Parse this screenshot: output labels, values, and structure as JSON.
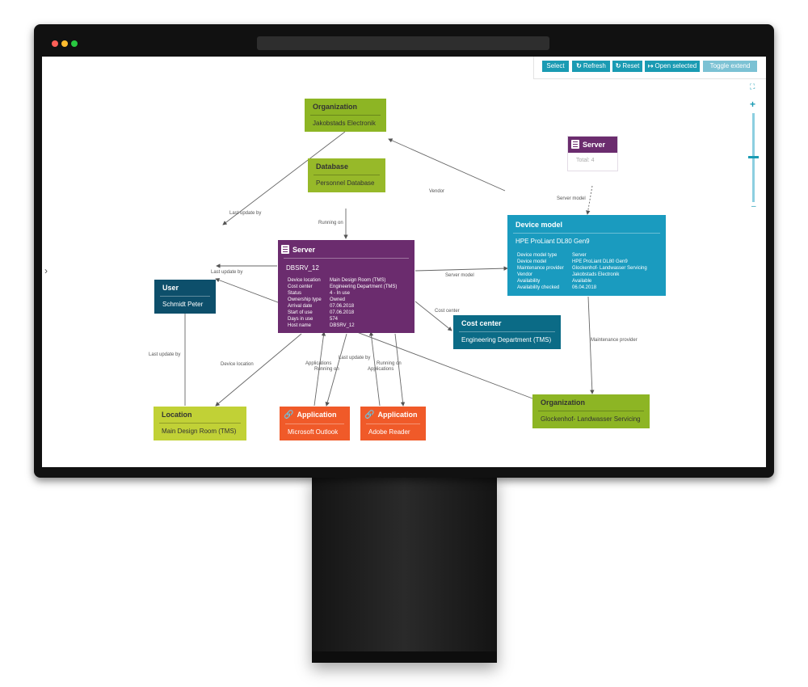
{
  "toolbar": {
    "select_label": "Select",
    "refresh_label": "Refresh",
    "reset_label": "Reset",
    "open_selected_label": "Open selected",
    "toggle_extend_label": "Toggle extend"
  },
  "nodes": {
    "organization_top": {
      "type": "Organization",
      "value": "Jakobstads Electronik"
    },
    "database": {
      "type": "Database",
      "value": "Personnel Database"
    },
    "server_summary": {
      "type": "Server",
      "value": "Total: 4"
    },
    "device_model": {
      "type": "Device model",
      "value": "HPE ProLiant DL80 Gen9",
      "props": [
        {
          "k": "Device model type",
          "v": "Server"
        },
        {
          "k": "Device model",
          "v": "HPE ProLiant DL80 Gen9"
        },
        {
          "k": "Maintenance provider",
          "v": "Glockenhof- Landwasser Servicing"
        },
        {
          "k": "Vendor",
          "v": "Jakobstads Electronik"
        },
        {
          "k": "Availability",
          "v": "Available"
        },
        {
          "k": "Availability checked",
          "v": "06.04.2018"
        }
      ]
    },
    "server_main": {
      "type": "Server",
      "value": "DBSRV_12",
      "props": [
        {
          "k": "Device location",
          "v": "Main Design Room (TMS)"
        },
        {
          "k": "Cost center",
          "v": "Engineering Department (TMS)"
        },
        {
          "k": "Status",
          "v": "4 - In use"
        },
        {
          "k": "Ownership type",
          "v": "Owned"
        },
        {
          "k": "Arrival date",
          "v": "07.06.2018"
        },
        {
          "k": "Start of use",
          "v": "07.06.2018"
        },
        {
          "k": "Days in use",
          "v": "574"
        },
        {
          "k": "Host name",
          "v": "DBSRV_12"
        }
      ]
    },
    "user": {
      "type": "User",
      "value": "Schmidt Peter"
    },
    "cost_center": {
      "type": "Cost center",
      "value": "Engineering Department (TMS)"
    },
    "location": {
      "type": "Location",
      "value": "Main Design Room (TMS)"
    },
    "application_outlook": {
      "type": "Application",
      "value": "Microsoft Outlook"
    },
    "application_reader": {
      "type": "Application",
      "value": "Adobe Reader"
    },
    "organization_bottom": {
      "type": "Organization",
      "value": "Glockenhof- Landwasser Servicing"
    }
  },
  "edge_labels": {
    "vendor": "Vendor",
    "last_update_by_org": "Last update by",
    "running_on": "Running on",
    "server_model_top": "Server model",
    "last_update_by_server": "Last update by",
    "server_model": "Server model",
    "cost_center": "Cost center",
    "maintenance_provider": "Maintenance provider",
    "last_update_by_location": "Last update by",
    "device_location": "Device location",
    "applications_1": "Applications",
    "running_on_1": "Running on",
    "last_update_by_app": "Last update by",
    "running_on_2": "Running on",
    "applications_2": "Applications"
  },
  "colors": {
    "organization": "#8db524",
    "database": "#97b929",
    "server": "#6b2c6e",
    "device_model": "#1a9bbf",
    "user": "#0d4f6b",
    "cost_center": "#0b6b86",
    "location": "#c1d136",
    "application": "#f05a29",
    "toolbar_button": "#1a9bb3"
  }
}
